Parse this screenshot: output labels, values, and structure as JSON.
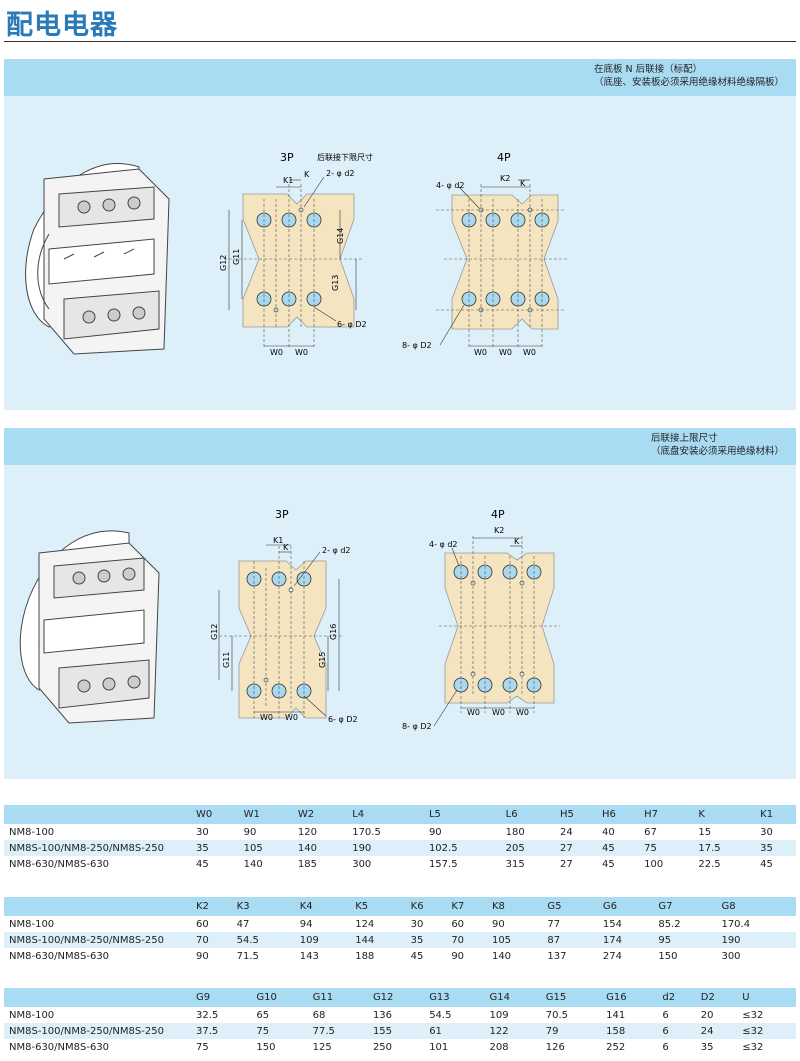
{
  "page_title": "配电电器",
  "panel1": {
    "note_line1": "在底板 N 后联接（标配）",
    "note_line2": "（底座、安装板必须采用绝缘材料绝缘隔板）",
    "label_3p": "3P",
    "label_4p": "4P",
    "caption_3p": "后联接下限尺寸",
    "dims_3p": {
      "k1": "K1",
      "k": "K",
      "d2": "2- φ d2",
      "g12": "G12",
      "g11": "G11",
      "g13": "G13",
      "g14": "G14",
      "D2": "6- φ D2",
      "w0a": "W0",
      "w0b": "W0"
    },
    "dims_4p": {
      "d2": "4- φ d2",
      "k2": "K2",
      "k": "K",
      "D2": "8- φ D2",
      "w0a": "W0",
      "w0b": "W0",
      "w0c": "W0"
    }
  },
  "panel2": {
    "note_line1": "后联接上限尺寸",
    "note_line2": "（底盘安装必须采用绝缘材料）",
    "label_3p": "3P",
    "label_4p": "4P",
    "dims_3p": {
      "k1": "K1",
      "k": "K",
      "d2": "2- φ d2",
      "g12": "G12",
      "g11": "G11",
      "g15": "G15",
      "g16": "G16",
      "D2": "6- φ D2",
      "w0a": "W0",
      "w0b": "W0"
    },
    "dims_4p": {
      "d2": "4- φ d2",
      "k2": "K2",
      "k": "K",
      "D2": "8- φ D2",
      "w0a": "W0",
      "w0b": "W0",
      "w0c": "W0"
    }
  },
  "tables": [
    {
      "headers": [
        "",
        "W0",
        "W1",
        "W2",
        "L4",
        "L5",
        "L6",
        "H5",
        "H6",
        "H7",
        "K",
        "K1"
      ],
      "rows": [
        [
          "NM8-100",
          "30",
          "90",
          "120",
          "170.5",
          "90",
          "180",
          "24",
          "40",
          "67",
          "15",
          "30"
        ],
        [
          "NM8S-100/NM8-250/NM8S-250",
          "35",
          "105",
          "140",
          "190",
          "102.5",
          "205",
          "27",
          "45",
          "75",
          "17.5",
          "35"
        ],
        [
          "NM8-630/NM8S-630",
          "45",
          "140",
          "185",
          "300",
          "157.5",
          "315",
          "27",
          "45",
          "100",
          "22.5",
          "45"
        ]
      ]
    },
    {
      "headers": [
        "",
        "K2",
        "K3",
        "K4",
        "K5",
        "K6",
        "K7",
        "K8",
        "G5",
        "G6",
        "G7",
        "G8"
      ],
      "rows": [
        [
          "NM8-100",
          "60",
          "47",
          "94",
          "124",
          "30",
          "60",
          "90",
          "77",
          "154",
          "85.2",
          "170.4"
        ],
        [
          "NM8S-100/NM8-250/NM8S-250",
          "70",
          "54.5",
          "109",
          "144",
          "35",
          "70",
          "105",
          "87",
          "174",
          "95",
          "190"
        ],
        [
          "NM8-630/NM8S-630",
          "90",
          "71.5",
          "143",
          "188",
          "45",
          "90",
          "140",
          "137",
          "274",
          "150",
          "300"
        ]
      ]
    },
    {
      "headers": [
        "",
        "G9",
        "G10",
        "G11",
        "G12",
        "G13",
        "G14",
        "G15",
        "G16",
        "d2",
        "D2",
        "U"
      ],
      "rows": [
        [
          "NM8-100",
          "32.5",
          "65",
          "68",
          "136",
          "54.5",
          "109",
          "70.5",
          "141",
          "6",
          "20",
          "≤32"
        ],
        [
          "NM8S-100/NM8-250/NM8S-250",
          "37.5",
          "75",
          "77.5",
          "155",
          "61",
          "122",
          "79",
          "158",
          "6",
          "24",
          "≤32"
        ],
        [
          "NM8-630/NM8S-630",
          "75",
          "150",
          "125",
          "250",
          "101",
          "208",
          "126",
          "252",
          "6",
          "35",
          "≤32"
        ]
      ]
    }
  ],
  "colors": {
    "accent": "#2a7ab8",
    "panel_head": "#a9dbf3",
    "panel_body": "#ddf0fa",
    "plate": "#f5e4c0",
    "hole": "#a9d8ef"
  }
}
